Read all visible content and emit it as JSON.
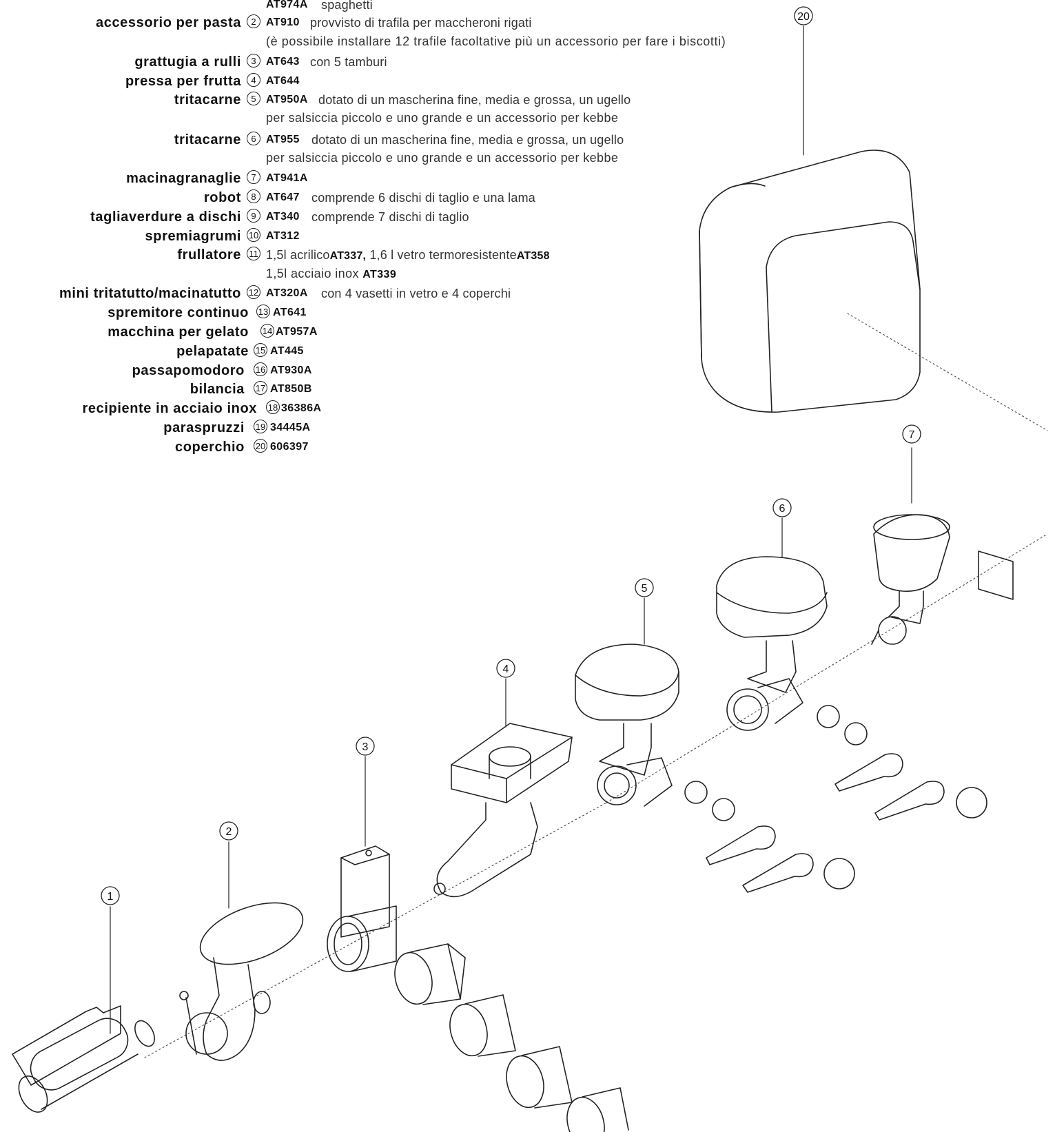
{
  "top_line": {
    "code": "AT974A",
    "desc": "spaghetti"
  },
  "items": [
    {
      "label": "accessorio per pasta",
      "num": "2",
      "code": "AT910",
      "desc": "provvisto di trafila per maccheroni rigati",
      "cont": "(è possibile installare 12 trafile facoltative più un accessorio per fare i biscotti)"
    },
    {
      "label": "grattugia a rulli",
      "num": "3",
      "code": "AT643",
      "desc": "con 5 tamburi",
      "cont": ""
    },
    {
      "label": "pressa per frutta",
      "num": "4",
      "code": "AT644",
      "desc": "",
      "cont": ""
    },
    {
      "label": "tritacarne",
      "num": "5",
      "code": "AT950A",
      "desc": "dotato di un mascherina fine, media e grossa, un ugello",
      "cont": "per salsiccia piccolo e uno grande e un accessorio per kebbe"
    },
    {
      "label": "tritacarne",
      "num": "6",
      "code": "AT955",
      "desc": "dotato di un mascherina fine, media e grossa, un ugello",
      "cont": "per salsiccia piccolo e uno grande e un accessorio per kebbe"
    },
    {
      "label": "macinagranaglie",
      "num": "7",
      "code": "AT941A",
      "desc": "",
      "cont": ""
    },
    {
      "label": "robot",
      "num": "8",
      "code": "AT647",
      "desc": "comprende 6 dischi di taglio e una lama",
      "cont": ""
    },
    {
      "label": "tagliaverdure a dischi",
      "num": "9",
      "code": "AT340",
      "desc": "comprende 7 dischi di taglio",
      "cont": ""
    },
    {
      "label": "spremiagrumi",
      "num": "10",
      "code": "AT312",
      "desc": "",
      "cont": ""
    },
    {
      "label": "frullatore",
      "num": "11",
      "code": "",
      "desc": "1,5l acrilico",
      "desc_code": "AT337,",
      "desc2": "1,6 l vetro termoresistente",
      "desc2_code": "AT358",
      "cont": "1,5l acciaio inox",
      "cont_code": "AT339"
    },
    {
      "label": "mini tritatutto/macinatutto",
      "num": "12",
      "code": "AT320A",
      "desc": "con 4 vasetti in vetro e 4 coperchi",
      "cont": ""
    },
    {
      "label": "spremitore continuo",
      "num": "13",
      "code": "AT641",
      "desc": "",
      "cont": ""
    },
    {
      "label": "macchina per gelato",
      "num": "14",
      "code": "AT957A",
      "desc": "",
      "cont": ""
    },
    {
      "label": "pelapatate",
      "num": "15",
      "code": "AT445",
      "desc": "",
      "cont": ""
    },
    {
      "label": "passapomodoro",
      "num": "16",
      "code": "AT930A",
      "desc": "",
      "cont": ""
    },
    {
      "label": "bilancia",
      "num": "17",
      "code": "AT850B",
      "desc": "",
      "cont": ""
    },
    {
      "label": "recipiente in acciaio inox",
      "num": "18",
      "code": "36386A",
      "desc": "",
      "cont": ""
    },
    {
      "label": "paraspruzzi",
      "num": "19",
      "code": "34445A",
      "desc": "",
      "cont": ""
    },
    {
      "label": "coperchio",
      "num": "20",
      "code": "606397",
      "desc": "",
      "cont": ""
    }
  ],
  "callouts": [
    "1",
    "2",
    "3",
    "4",
    "5",
    "6",
    "7",
    "20"
  ]
}
